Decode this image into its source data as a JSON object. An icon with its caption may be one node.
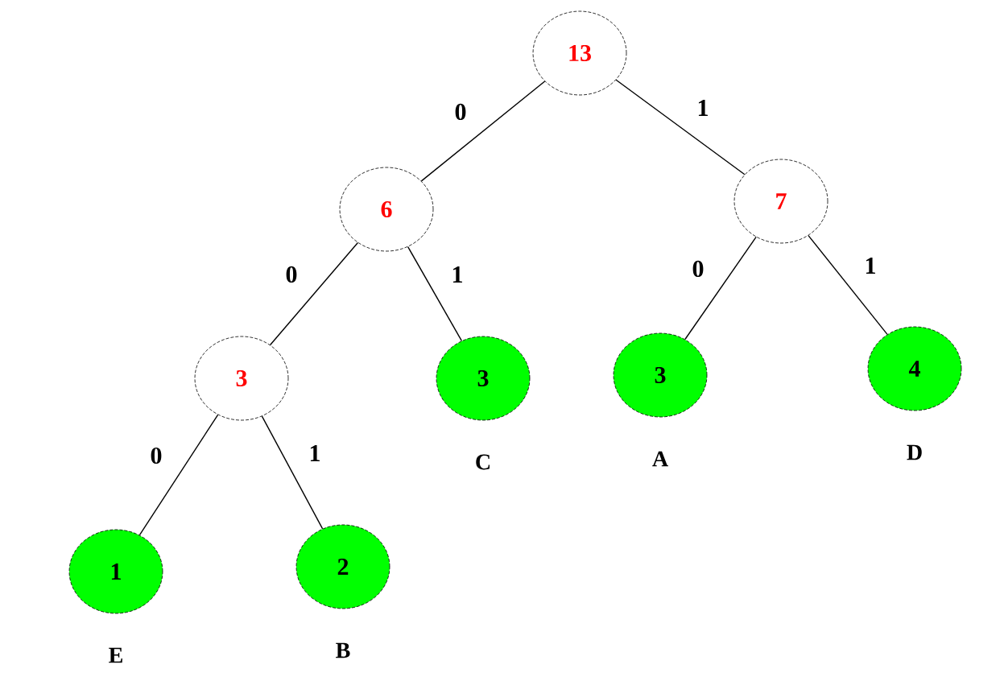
{
  "diagram": {
    "nodes": [
      {
        "text": [
          "13"
        ]
      },
      {
        "text": [
          "6"
        ]
      },
      {
        "text": [
          "7"
        ]
      },
      {
        "text": [
          "3"
        ]
      },
      {
        "text": [
          "3"
        ],
        "beside": [
          "C"
        ]
      },
      {
        "text": [
          "3"
        ],
        "beside": [
          "A"
        ]
      },
      {
        "text": [
          "4"
        ],
        "beside": [
          "D"
        ]
      },
      {
        "text": [
          "1"
        ],
        "beside": [
          "E"
        ]
      },
      {
        "text": [
          "2"
        ],
        "beside": [
          "B"
        ]
      }
    ],
    "edges": [
      {
        "from": 0,
        "to": 1,
        "arrow": "none",
        "label": "0"
      },
      {
        "from": 0,
        "to": 2,
        "arrow": "none",
        "label": "1"
      },
      {
        "from": 1,
        "to": 3,
        "arrow": "none",
        "label": "0"
      },
      {
        "from": 1,
        "to": 4,
        "arrow": "none",
        "label": "1"
      },
      {
        "from": 2,
        "to": 5,
        "arrow": "none",
        "label": "0"
      },
      {
        "from": 2,
        "to": 6,
        "arrow": "none",
        "label": "1"
      },
      {
        "from": 3,
        "to": 7,
        "arrow": "none",
        "label": "0"
      },
      {
        "from": 3,
        "to": 8,
        "arrow": "none",
        "label": "1"
      }
    ]
  }
}
